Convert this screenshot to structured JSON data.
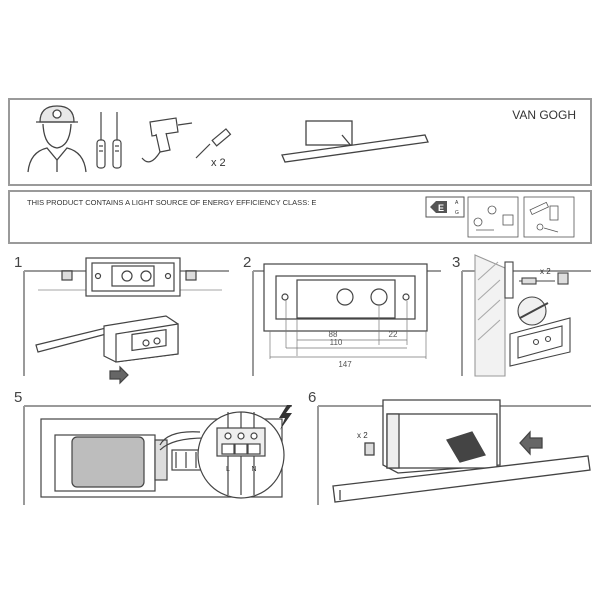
{
  "header": {
    "brand": "VAN GOGH",
    "screws_qty": "x 2"
  },
  "info": {
    "text": "THIS PRODUCT CONTAINS A LIGHT SOURCE OF ENERGY EFFICIENCY CLASS: E",
    "energy_class": "E",
    "energy_scale_top": "A",
    "energy_scale_bottom": "G"
  },
  "steps": [
    {
      "number": "1"
    },
    {
      "number": "2",
      "dimensions": {
        "dim_88": "88",
        "dim_22": "22",
        "dim_110": "110",
        "dim_147": "147"
      }
    },
    {
      "number": "3",
      "screws_qty": "x 2"
    },
    {
      "number": "5",
      "terminals": {
        "live": "L",
        "neutral": "N"
      }
    },
    {
      "number": "6",
      "screws_qty": "x 2"
    }
  ],
  "colors": {
    "line": "#555555",
    "border": "#9a9a9a",
    "panel_gray": "#bdbdbd",
    "dark": "#333333"
  }
}
